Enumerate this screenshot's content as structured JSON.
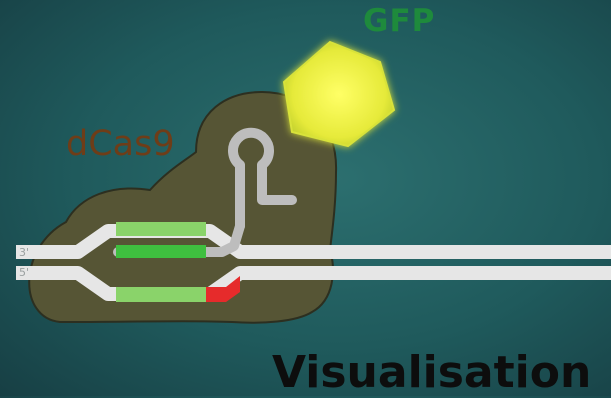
{
  "title": "Visualisation",
  "protein_label": "dCas9",
  "fluorophore_label": "GFP",
  "strands": {
    "top_end": "3'",
    "bottom_end": "5'"
  },
  "colors": {
    "background": "#1f5a5c",
    "dcas9_body": "#565535",
    "dcas9_label": "#6e3d18",
    "gfp_fill": "#e6ea3a",
    "gfp_label": "#1e8a3c",
    "dna_strand": "#e6e6e6",
    "guide_rna": "#bdbdbd",
    "target_match": "#3fbf3f",
    "pam": "#e62b2b"
  }
}
